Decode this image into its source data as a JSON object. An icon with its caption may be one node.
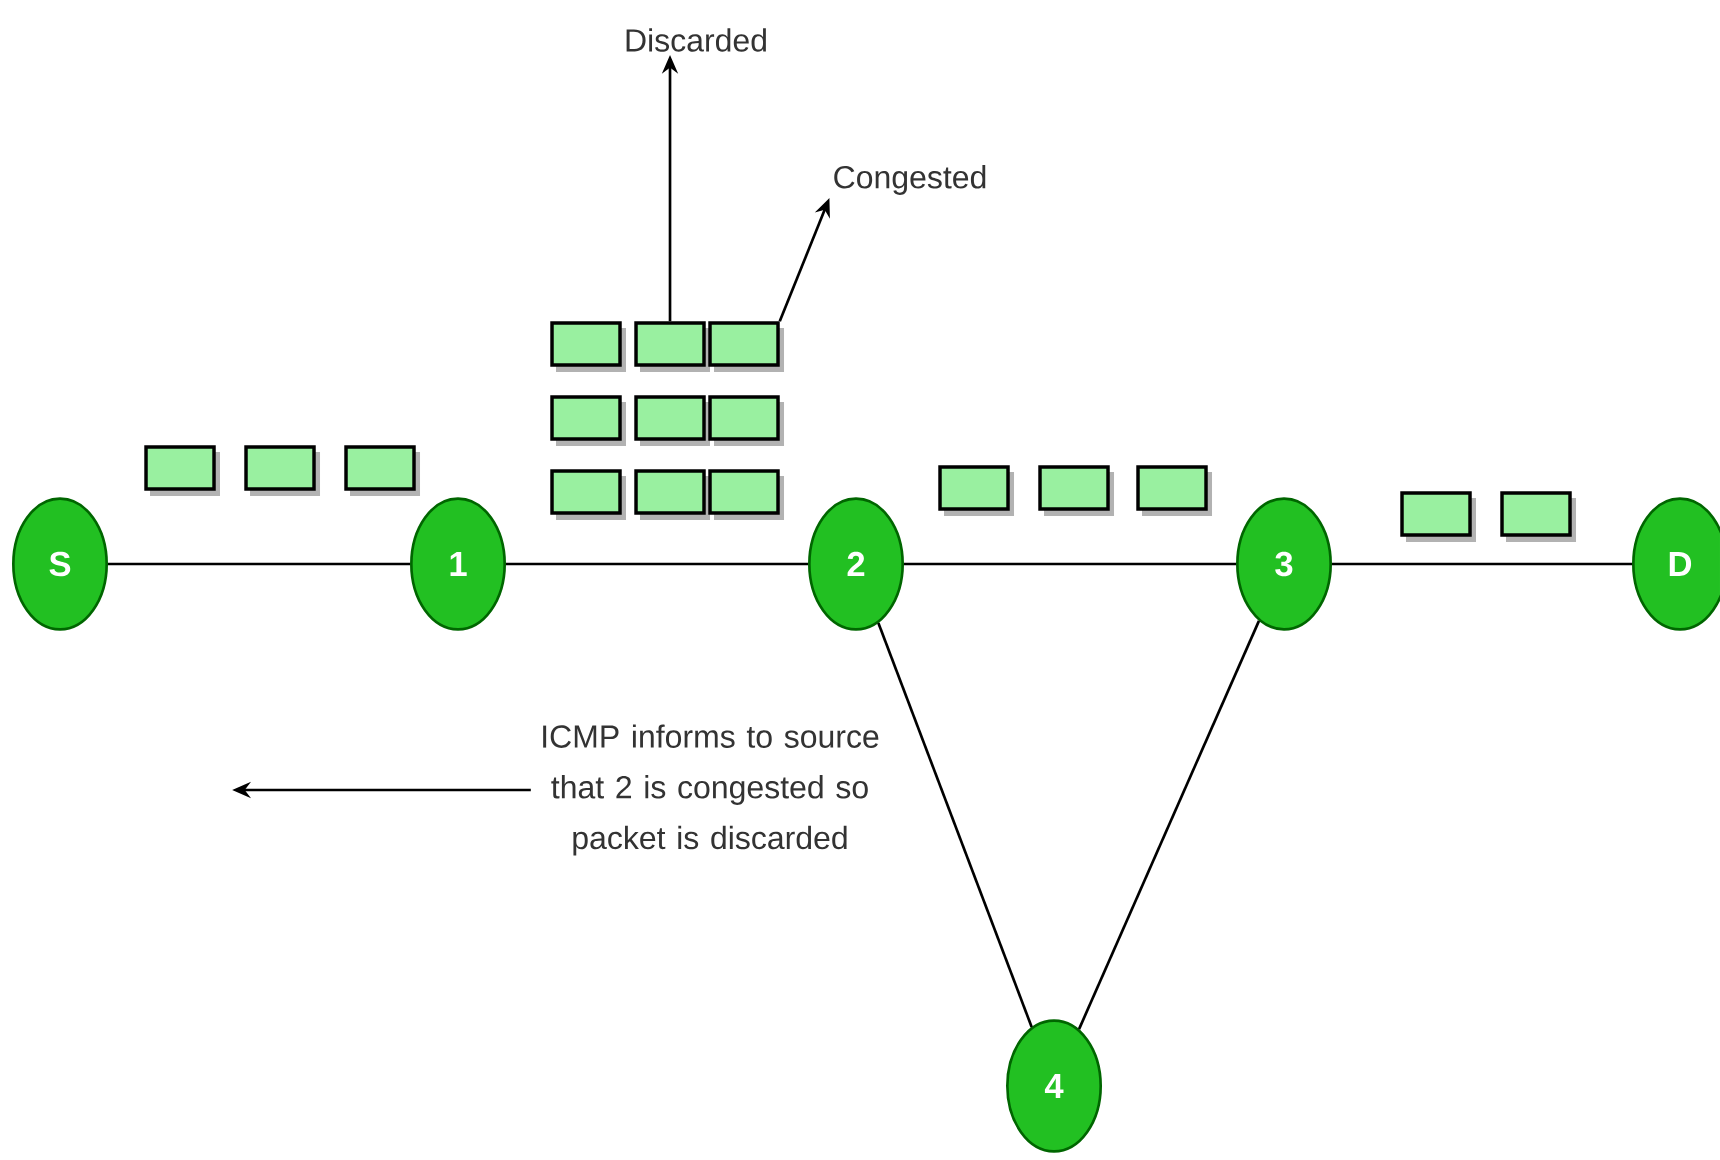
{
  "diagram": {
    "nodes": [
      {
        "text": [
          "Discarded"
        ]
      },
      {
        "text": [
          "Congested"
        ]
      },
      {
        "text": [],
        "shape": "box"
      },
      {
        "text": [],
        "shape": "box"
      },
      {
        "text": [],
        "shape": "box"
      },
      {
        "text": [],
        "shape": "box"
      },
      {
        "text": [],
        "shape": "box"
      },
      {
        "text": [],
        "shape": "box"
      },
      {
        "text": [],
        "shape": "box"
      },
      {
        "text": [],
        "shape": "box"
      },
      {
        "text": [],
        "shape": "box"
      },
      {
        "text": [],
        "shape": "box"
      },
      {
        "text": [],
        "shape": "box"
      },
      {
        "text": [],
        "shape": "box"
      },
      {
        "text": [
          "S"
        ]
      },
      {
        "text": [
          "1"
        ]
      },
      {
        "text": [
          "2"
        ]
      },
      {
        "text": [],
        "shape": "box"
      },
      {
        "text": [],
        "shape": "box"
      },
      {
        "text": [],
        "shape": "box"
      },
      {
        "text": [
          "3"
        ]
      },
      {
        "text": [],
        "shape": "box"
      },
      {
        "text": [],
        "shape": "box"
      },
      {
        "text": [
          "D"
        ]
      },
      {
        "text": [
          "ICMP informs to source that 2 is congested so packet is discarded"
        ]
      },
      {
        "text": [
          "4"
        ]
      }
    ],
    "edges": [
      {
        "from": 3,
        "to": 0,
        "arrow": "to"
      },
      {
        "from": 4,
        "to": 1,
        "arrow": "to"
      },
      {
        "from": 14,
        "to": 15,
        "arrow": "none"
      },
      {
        "from": 15,
        "to": 16,
        "arrow": "none"
      },
      {
        "from": 16,
        "to": 20,
        "arrow": "none"
      },
      {
        "from": 20,
        "to": 23,
        "arrow": "none"
      },
      {
        "from": 16,
        "to": 25,
        "arrow": "none"
      },
      {
        "from": 25,
        "to": 20,
        "arrow": "none"
      },
      {
        "from": 24,
        "to": null,
        "arrow": "to"
      }
    ]
  }
}
